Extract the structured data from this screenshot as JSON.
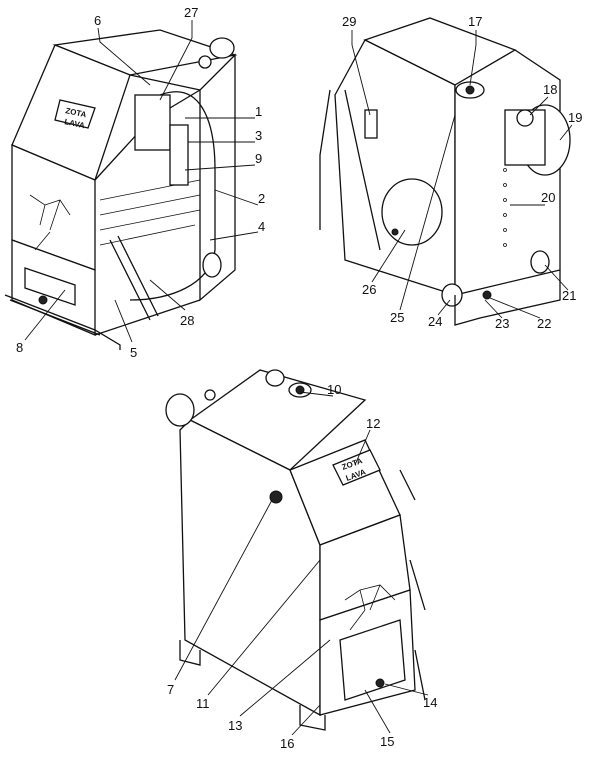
{
  "diagram": {
    "logo_top": "ZOTA",
    "logo_bottom": "LAVA",
    "callouts": {
      "c1": "1",
      "c2": "2",
      "c3": "3",
      "c4": "4",
      "c5": "5",
      "c6": "6",
      "c7": "7",
      "c8": "8",
      "c9": "9",
      "c10": "10",
      "c11": "11",
      "c12": "12",
      "c13": "13",
      "c14": "14",
      "c15": "15",
      "c16": "16",
      "c17": "17",
      "c18": "18",
      "c19": "19",
      "c20": "20",
      "c21": "21",
      "c22": "22",
      "c23": "23",
      "c24": "24",
      "c25": "25",
      "c26": "26",
      "c27": "27",
      "c28": "28",
      "c29": "29"
    }
  }
}
